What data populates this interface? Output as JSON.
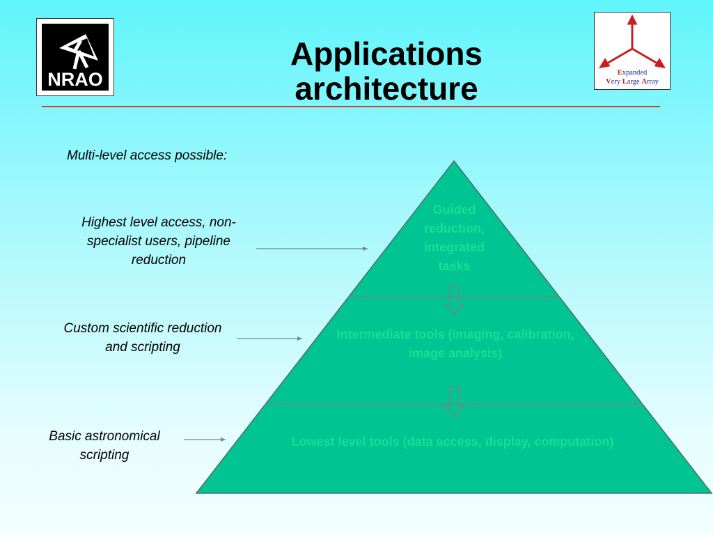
{
  "title": {
    "line1": "Applications",
    "line2": "architecture"
  },
  "logos": {
    "left": {
      "text": "NRAO",
      "icon": "nrao-telescope-logo"
    },
    "right": {
      "icon": "evla-array-logo",
      "line1": [
        "E",
        "xpanded"
      ],
      "line2": [
        "V",
        "ery ",
        "L",
        "arge ",
        "A",
        "rray"
      ]
    }
  },
  "intro": "Multi-level access possible:",
  "access_levels": [
    {
      "label": "Highest level access, non-specialist users, pipeline reduction"
    },
    {
      "label": "Custom scientific reduction and scripting"
    },
    {
      "label": "Basic astronomical scripting"
    }
  ],
  "pyramid": {
    "fill": "#00c491",
    "text_color": "#1bde94",
    "levels": [
      {
        "text": "Guided reduction, integrated tasks"
      },
      {
        "text": "Intermediate tools (imaging, calibration, image analysis)"
      },
      {
        "text": "Lowest level tools (data access, display, computation)"
      }
    ]
  },
  "colors": {
    "rule": "#d33a2c",
    "evla_red": "#c81e1e",
    "evla_blue": "#1a2c8a"
  }
}
